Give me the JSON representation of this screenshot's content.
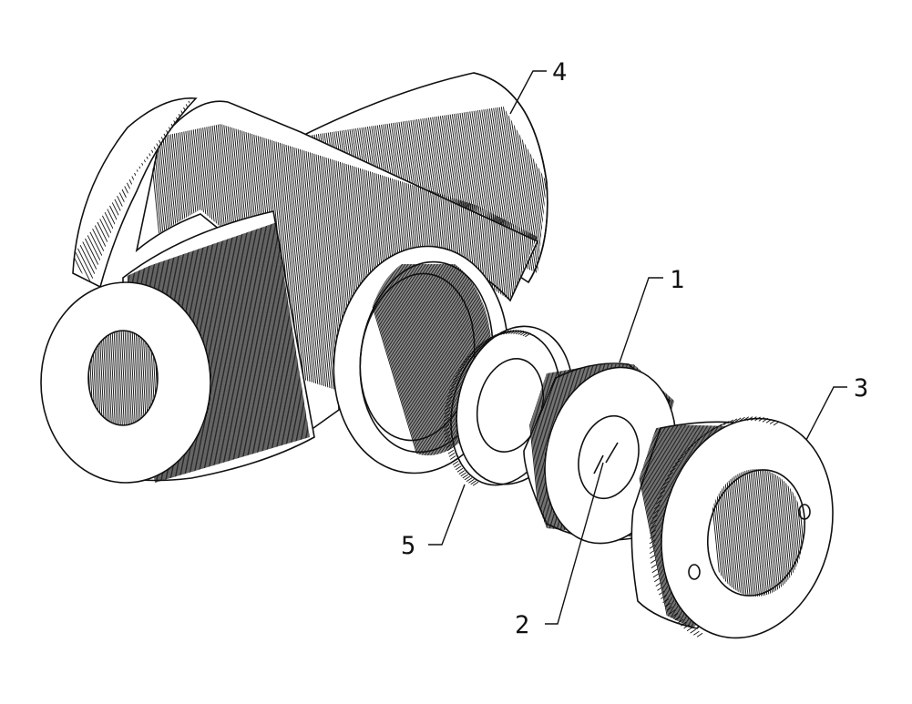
{
  "diagram": {
    "style": "patent-line-drawing",
    "ink_color": "#111111",
    "paper_color": "#ffffff",
    "parts": [
      {
        "id": "part-1",
        "label": "1"
      },
      {
        "id": "part-2",
        "label": "2"
      },
      {
        "id": "part-3",
        "label": "3"
      },
      {
        "id": "part-4",
        "label": "4"
      },
      {
        "id": "part-5",
        "label": "5"
      }
    ]
  }
}
